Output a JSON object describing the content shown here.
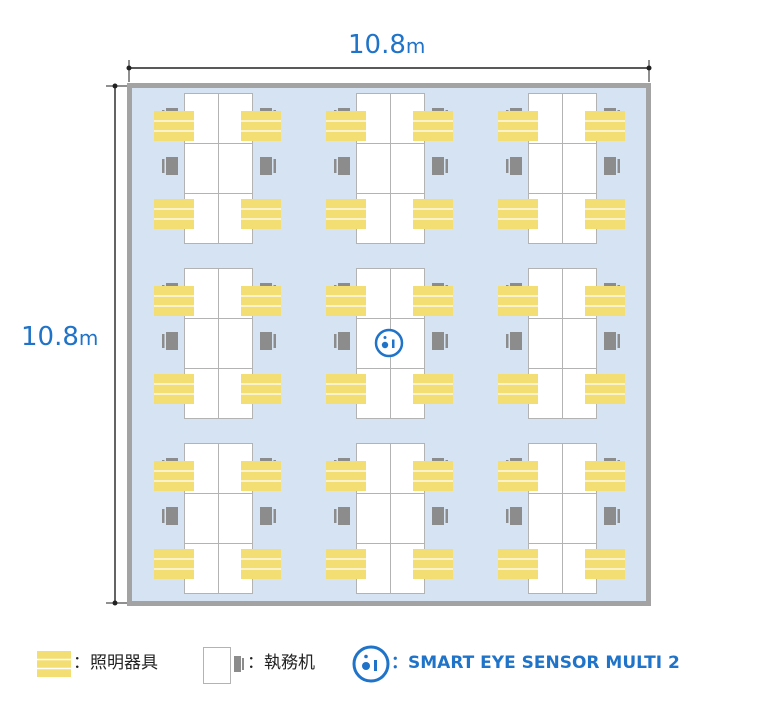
{
  "dimensions": {
    "width": {
      "value": "10.8",
      "unit": "m"
    },
    "height": {
      "value": "10.8",
      "unit": "m"
    }
  },
  "layout": {
    "islands": 9,
    "desks_per_island": 6,
    "chairs_per_island": 6,
    "lights_per_island": 4,
    "sensors": 1
  },
  "colors": {
    "room_fill": "#d6e3f3",
    "wall": "#a3a3a3",
    "desk_fill": "#ffffff",
    "desk_stroke": "#b3b3b3",
    "chair": "#8c8c8c",
    "light": "#f3de73",
    "sensor": "#1f73c8",
    "dimension": "#1f73c8"
  },
  "legend": {
    "light_label": "：照明器具",
    "desk_label": "：執務机",
    "sensor_label": "：SMART EYE SENSOR MULTI 2"
  },
  "icons": {
    "light": "light-fixture-icon",
    "desk": "desk-icon",
    "chair": "chair-icon",
    "sensor": "smart-eye-sensor-icon"
  }
}
